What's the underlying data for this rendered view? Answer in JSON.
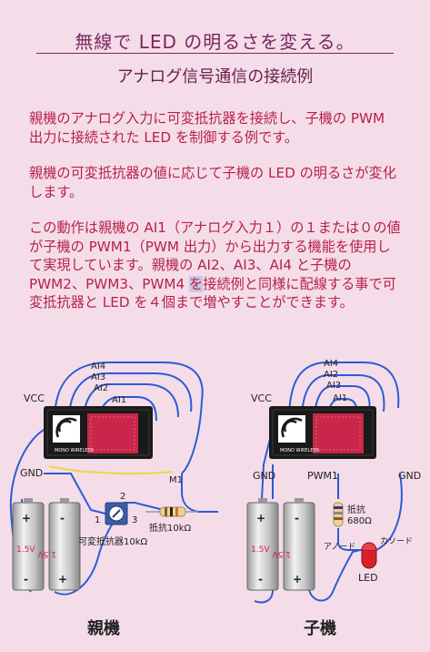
{
  "header": {
    "title": "無線で LED の明るさを変える。",
    "subtitle": "アナログ信号通信の接続例"
  },
  "body": {
    "p1": "親機のアナログ入力に可変抵抗器を接続し、子機の PWM 出力に接続された LED を制御する例です。",
    "p2": "親機の可変抵抗器の値に応じて子機の LED の明るさが変化します。",
    "p3_a": "この動作は親機の AI1（アナログ入力１）の１または０の値が子機の PWM1（PWM 出力）から出力する機能を使用して実現しています。親機の AI2、AI3、AI4 と子機の PWM2、PWM3、PWM4 ",
    "p3_hl": "を",
    "p3_b": "接続例と同様に配線する事で可変抵抗器と LED を４個まで増やすことができます。"
  },
  "diagram": {
    "parent": {
      "vcc": "VCC",
      "gnd": "GND",
      "ai": [
        "AI4",
        "AI3",
        "AI2",
        "AI1"
      ],
      "m1": "M1",
      "battery_voltage": "1.5V",
      "pot_pins": [
        "1",
        "2",
        "3"
      ],
      "pot_label": "可変抵抗器10kΩ",
      "resistor_label": "抵抗10kΩ",
      "caption": "親機"
    },
    "child": {
      "vcc": "VCC",
      "gnd_left": "GND",
      "gnd_right": "GND",
      "ai": [
        "AI4",
        "AI2",
        "AI3",
        "AI1"
      ],
      "pwm": "PWM1",
      "battery_voltage": "1.5V",
      "resistor_label_1": "抵抗",
      "resistor_label_2": "680Ω",
      "anode": "アノード",
      "cathode": "カソード",
      "led": "LED",
      "caption": "子機"
    },
    "module_logo": "MONO WIRELESS"
  },
  "colors": {
    "background": "#f4dde8",
    "title": "#7a2560",
    "text": "#b8204a",
    "wire": "#2d5bd6",
    "wire_yellow": "#e8d84a",
    "board": "#1a1a1a",
    "chip": "#c8264a"
  }
}
